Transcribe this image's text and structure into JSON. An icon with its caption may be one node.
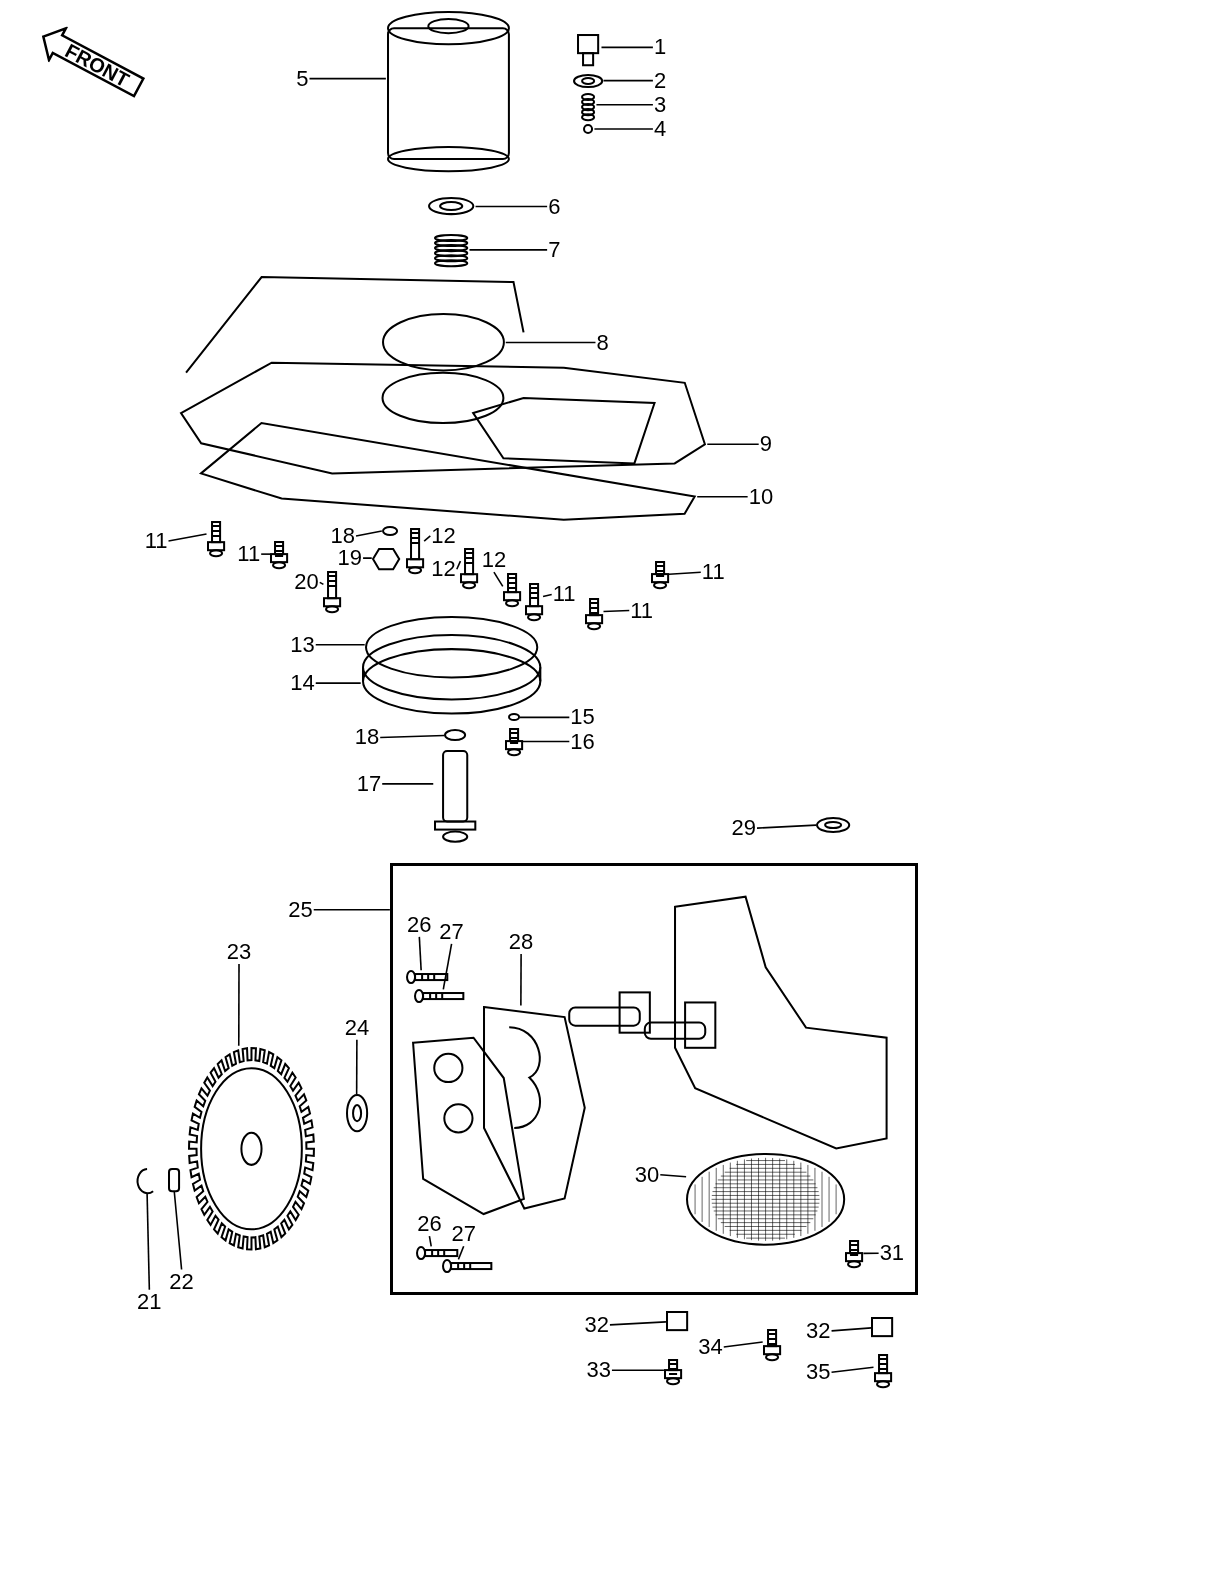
{
  "diagram": {
    "nodes": [
      {
        "text": [
          "FRONT"
        ]
      },
      {
        "text": [
          "1"
        ]
      },
      {
        "text": [
          "5"
        ]
      },
      {
        "text": [
          "2"
        ]
      },
      {
        "text": [
          "3"
        ]
      },
      {
        "text": [
          "4"
        ]
      },
      {
        "text": [
          "6"
        ]
      },
      {
        "text": [
          "7"
        ]
      },
      {
        "text": [
          "8"
        ]
      },
      {
        "text": [
          "9"
        ]
      },
      {
        "text": [
          "10"
        ]
      },
      {
        "text": [
          "18"
        ]
      },
      {
        "text": [
          "12"
        ]
      },
      {
        "text": [
          "11"
        ]
      },
      {
        "text": [
          "11"
        ]
      },
      {
        "text": [
          "19"
        ]
      },
      {
        "text": [
          "20"
        ]
      },
      {
        "text": [
          "12"
        ]
      },
      {
        "text": [
          "12"
        ]
      },
      {
        "text": [
          "11"
        ]
      },
      {
        "text": [
          "11"
        ]
      },
      {
        "text": [
          "11"
        ]
      },
      {
        "text": [
          "13"
        ]
      },
      {
        "text": [
          "14"
        ]
      },
      {
        "text": [
          "15"
        ]
      },
      {
        "text": [
          "18"
        ]
      },
      {
        "text": [
          "16"
        ]
      },
      {
        "text": [
          "17"
        ]
      },
      {
        "text": [
          "29"
        ]
      },
      {
        "text": [],
        "shape": "box"
      },
      {
        "text": [
          "25"
        ]
      },
      {
        "text": [
          "26"
        ],
        "in": 29
      },
      {
        "text": [
          "27"
        ],
        "in": 29
      },
      {
        "text": [
          "23"
        ]
      },
      {
        "text": [
          "28"
        ],
        "in": 29
      },
      {
        "text": [
          "24"
        ]
      },
      {
        "text": [
          "30"
        ],
        "in": 29
      },
      {
        "text": [
          "26"
        ],
        "in": 29
      },
      {
        "text": [
          "27"
        ],
        "in": 29
      },
      {
        "text": [
          "31"
        ],
        "in": 29
      },
      {
        "text": [
          "22"
        ]
      },
      {
        "text": [
          "21"
        ]
      },
      {
        "text": [
          "32"
        ]
      },
      {
        "text": [
          "32"
        ]
      },
      {
        "text": [
          "34"
        ]
      },
      {
        "text": [
          "33"
        ]
      },
      {
        "text": [
          "35"
        ]
      },
      {
        "text": [],
        "shape": "box"
      },
      {
        "text": [],
        "shape": "cylinder"
      },
      {
        "text": [],
        "shape": "picture"
      },
      {
        "text": [],
        "shape": "picture"
      },
      {
        "text": [],
        "shape": "circle"
      },
      {
        "text": [],
        "shape": "picture"
      },
      {
        "text": [],
        "shape": "picture"
      },
      {
        "text": [],
        "shape": "circle"
      },
      {
        "text": [],
        "shape": "picture"
      },
      {
        "text": [],
        "shape": "picture"
      },
      {
        "text": [],
        "shape": "circle"
      },
      {
        "text": [],
        "shape": "picture"
      },
      {
        "text": [],
        "shape": "picture"
      },
      {
        "text": [],
        "shape": "picture"
      },
      {
        "text": [],
        "shape": "picture"
      },
      {
        "text": [],
        "shape": "picture"
      },
      {
        "text": [],
        "shape": "picture"
      },
      {
        "text": [],
        "shape": "picture"
      },
      {
        "text": [],
        "shape": "picture"
      },
      {
        "text": [],
        "shape": "picture"
      },
      {
        "text": [],
        "shape": "picture"
      },
      {
        "text": [],
        "shape": "circle"
      },
      {
        "text": [],
        "shape": "picture"
      },
      {
        "text": [],
        "shape": "circle"
      },
      {
        "text": [],
        "shape": "circle"
      },
      {
        "text": [],
        "shape": "picture"
      },
      {
        "text": [],
        "shape": "picture"
      },
      {
        "text": [],
        "shape": "picture"
      },
      {
        "text": [],
        "shape": "picture",
        "in": 29
      },
      {
        "text": [],
        "shape": "picture",
        "in": 29
      },
      {
        "text": [],
        "shape": "picture"
      },
      {
        "text": [],
        "shape": "picture",
        "in": 29
      },
      {
        "text": [],
        "shape": "picture"
      },
      {
        "text": [],
        "shape": "picture",
        "in": 29
      },
      {
        "text": [],
        "shape": "picture",
        "in": 29
      },
      {
        "text": [],
        "shape": "picture",
        "in": 29
      },
      {
        "text": [],
        "shape": "picture",
        "in": 29
      },
      {
        "text": [],
        "shape": "bar"
      },
      {
        "text": [],
        "shape": "picture"
      },
      {
        "text": [],
        "shape": "box"
      },
      {
        "text": [],
        "shape": "box"
      },
      {
        "text": [],
        "shape": "picture"
      },
      {
        "text": [],
        "shape": "picture"
      },
      {
        "text": [],
        "shape": "picture"
      }
    ],
    "edges": [
      {
        "from": 1,
        "to": 47,
        "arrow": "none"
      },
      {
        "from": 2,
        "to": 48,
        "arrow": "none"
      },
      {
        "from": 3,
        "to": 49,
        "arrow": "none"
      },
      {
        "from": 4,
        "to": 50,
        "arrow": "none"
      },
      {
        "from": 5,
        "to": 51,
        "arrow": "none"
      },
      {
        "from": 6,
        "to": 52,
        "arrow": "none"
      },
      {
        "from": 7,
        "to": 53,
        "arrow": "none"
      },
      {
        "from": 8,
        "to": 54,
        "arrow": "none"
      },
      {
        "from": 9,
        "to": 55,
        "arrow": "none"
      },
      {
        "from": 10,
        "to": 56,
        "arrow": "none"
      },
      {
        "from": 11,
        "to": 57,
        "arrow": "none"
      },
      {
        "from": 12,
        "to": 58,
        "arrow": "none"
      },
      {
        "from": 13,
        "to": 59,
        "arrow": "none"
      },
      {
        "from": 14,
        "to": 60,
        "arrow": "none"
      },
      {
        "from": 15,
        "to": 61,
        "arrow": "none"
      },
      {
        "from": 16,
        "to": 62,
        "arrow": "none"
      },
      {
        "from": 17,
        "to": 63,
        "arrow": "none"
      },
      {
        "from": 18,
        "to": 64,
        "arrow": "none"
      },
      {
        "from": 19,
        "to": 65,
        "arrow": "none"
      },
      {
        "from": 20,
        "to": 66,
        "arrow": "none"
      },
      {
        "from": 21,
        "to": 67,
        "arrow": "none"
      },
      {
        "from": 22,
        "to": 68,
        "arrow": "none"
      },
      {
        "from": 23,
        "to": 69,
        "arrow": "none"
      },
      {
        "from": 24,
        "to": 70,
        "arrow": "none"
      },
      {
        "from": 25,
        "to": 71,
        "arrow": "none"
      },
      {
        "from": 26,
        "to": 72,
        "arrow": "none"
      },
      {
        "from": 27,
        "to": 73,
        "arrow": "none"
      },
      {
        "from": 28,
        "to": 74,
        "arrow": "none"
      },
      {
        "from": 30,
        "to": 29,
        "arrow": "none"
      },
      {
        "from": 31,
        "to": 75,
        "arrow": "none"
      },
      {
        "from": 32,
        "to": 76,
        "arrow": "none"
      },
      {
        "from": 33,
        "to": 77,
        "arrow": "none"
      },
      {
        "from": 34,
        "to": 78,
        "arrow": "none"
      },
      {
        "from": 35,
        "to": 79,
        "arrow": "none"
      },
      {
        "from": 36,
        "to": 80,
        "arrow": "none"
      },
      {
        "from": 37,
        "to": 81,
        "arrow": "none"
      },
      {
        "from": 38,
        "to": 82,
        "arrow": "none"
      },
      {
        "from": 39,
        "to": 83,
        "arrow": "none"
      },
      {
        "from": 40,
        "to": 84,
        "arrow": "none"
      },
      {
        "from": 41,
        "to": 85,
        "arrow": "none"
      },
      {
        "from": 42,
        "to": 86,
        "arrow": "none"
      },
      {
        "from": 43,
        "to": 87,
        "arrow": "none"
      },
      {
        "from": 44,
        "to": 88,
        "arrow": "none"
      },
      {
        "from": 45,
        "to": 89,
        "arrow": "none"
      },
      {
        "from": 46,
        "to": 90,
        "arrow": "none"
      }
    ]
  }
}
